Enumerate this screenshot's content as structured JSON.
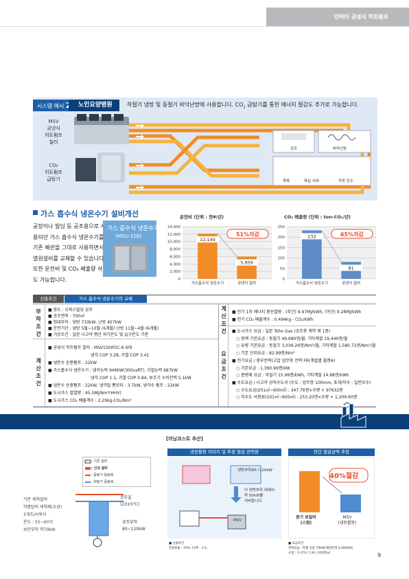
{
  "header": {
    "title": "인버터 공냉식 히트펌프"
  },
  "system": {
    "tag_prefix": "시스템 예시",
    "tag_number": "2",
    "title": "노인요양병원",
    "desc_a": "하절기 냉방 및 동절기 바닥난방에 사용합니다. CO",
    "desc_sub": "2",
    "desc_b": " 급탕기를 통한 에너지 절감도 추가로 가능합니다.",
    "unit1": [
      "MSV",
      "공냉식",
      "히트펌프",
      "칠러"
    ],
    "unit2": [
      "CO₂",
      "히트펌프",
      "급탕기"
    ],
    "rooms": {
      "ac": "공조",
      "floor": "바닥난방",
      "bath": "목욕",
      "shower": "욕실 샤워",
      "kitchen": "주방 온수"
    }
  },
  "section1": {
    "title": "가스 흡수식 냉온수기 설비개선",
    "body": "공장이나 빌딩 등 공조용으로 사용되던 가스 흡수식 냉온수기를 기존 배관을 그대로 사용하면서 열원설비를 교체할 수 있습니다. 또한 운전비 및 CO₂ 배출량 삭감도 가능합니다.",
    "product_title": "가스 흡수식 냉온수기",
    "product_model": "(MGU-31B)"
  },
  "chart_data": [
    {
      "type": "bar",
      "title": "운전비 (단위 : 천¥/년)",
      "categories": [
        "가스흡수식 냉온수기",
        "공냉식 칠러"
      ],
      "values": [
        12140,
        5959
      ],
      "data_labels": [
        "12,140",
        "5,959"
      ],
      "ylim": [
        0,
        14000
      ],
      "yticks": [
        "14,000",
        "12,000",
        "10,000",
        "8,000",
        "6,000",
        "4,000",
        "2,000",
        "0"
      ],
      "annotation": "51%저감",
      "colors": [
        "#f28c28",
        "#f28c28"
      ]
    },
    {
      "type": "bar",
      "title": "CO₂ 배출량 (단위 : ton-CO₂/년)",
      "categories": [
        "가스흡수식 냉온수기",
        "공냉식 칠러"
      ],
      "values": [
        232,
        81
      ],
      "data_labels": [
        "232",
        "81"
      ],
      "ylim": [
        0,
        250
      ],
      "yticks": [
        "250",
        "200",
        "150",
        "100",
        "50",
        "0"
      ],
      "annotation": "65%저감",
      "colors": [
        "#5d8cc7",
        "#5d8cc7"
      ]
    }
  ],
  "table": {
    "condition_label": "산출조건",
    "condition_title": "가스 흡수식 냉온수기의 교체",
    "left_group1": "부하조건",
    "left_group2": "계산조건",
    "mid_group1": "계산조건",
    "mid_group2": "요금조건",
    "load": [
      "용도 : 오피스빌딩 공조",
      "공조면적 : 700㎡",
      "최대부하 : 냉방 733kW, 난방 407kW",
      "운전기간 : 냉방 5월~10월 (6개월) 난방 11월~4월 (6개월)",
      "기상조건 : 일본 나고야 평년 외기온도 및 습구온도 기준"
    ],
    "calc": [
      "공냉식 히트펌프 칠러 : MSV150IP2C-K 6대",
      "냉각 COP 3.28, 가열 COP 3.41",
      "냉온수 순환펌프 : 22kW",
      "가스흡수식 냉온수기 : 냉각능력 949kW(300usRT), 가열능력 687kW",
      "냉각 COP 1.1, 가열 COP 0.84, 보조기 소비전력 5.1kW",
      "냉온수 순환펌프 : 22kW, 냉각탑 팬모터 : 3.7kW, 냉각수 펌프 : 22kW",
      "도시가스 발열량 : 45.0MJ/Nm³(HHV)",
      "도시가스 CO₂ 배출계수 : 2.29kg-CO₂/Nm³"
    ],
    "calc_cond": [
      "전기 1차 에너지 환산열량 : (주간) 9.97MJ/kWh, (야간) 9.28MJ/kWh",
      "전기 CO₂ 배출계수 : 0.494kg - CO₂/kWh"
    ],
    "fee": [
      "도시가스 요금 : 일본 Toho Gas (공조용 계약 제 1종)",
      "○ 정액 기본요금 : 동절기 49,680엔/월, 기타계절 19,440엔/월",
      "○ 유량 기본요금 : 동절기 3,036.26엔/Nm³/월, 기타계절 1,580.72엔/Nm³/월",
      "○ 기본 단위요금 : 82.99엔/Nm³",
      "전기요금 / 중부전력(고압 업무용 전력 FR(계절별 플랜A)",
      "○ 기본요금 : 1,390.99엔/kW",
      "○ 종량제 요금 : 하절기 15.96엔/kWh, 기타계절 14.98엔/kWh",
      "수도요금 / 나고야 상하수도국 (수도 : 업무용 100mm, 초개/하수 : 일반오수)",
      "○ 수도요금(201㎥~600㎥) : 347.76엔×수량 + 97632엔",
      "○ 하수도 사용료(201㎥~600㎥) : 253.20엔×수량 + 1,209.60엔"
    ]
  },
  "bottom": {
    "left_lines": [
      "기존 세척설비",
      "약품탑의 세척제(수성)",
      "3개조/사워식",
      "온도 : 55~60℃",
      "보온부하 약70kW"
    ],
    "legend": [
      ": 기존 설비",
      ": 신규 설비",
      ": 등탕기 등탕로",
      ": 위탕기 등탕로"
    ],
    "tank_a": [
      "공조실",
      "(23±5℃)"
    ],
    "tank_b": [
      "공조부하",
      "80~120kW"
    ],
    "running_title": "[러닝코스트 추산]",
    "image_title": "냉동활용 이미지 및 추정 절감 전력량",
    "saving_title": "연간 절감금액 추정",
    "cooling_label": "냉방부하80~120kW",
    "note": [
      "이 냉방부하 내에서",
      "약 50kW를",
      "커버합니다."
    ],
    "msv_label": "MSV",
    "pct": "40%절감",
    "bar1": [
      "증기 보일러",
      "(스팀)"
    ],
    "bar2": [
      "MSV",
      "(냉동활용)"
    ],
    "foot_left": [
      "■ 산출조건",
      "전방효율 : 70%, COP : 3.0,"
    ],
    "foot_right": [
      "■ 요금조건",
      "전력요금 : 특별 고압 70kW(계약전력 6,000kW)",
      "소형 : 도시가스 13A, 100엔/㎥"
    ],
    "page_number": "9"
  }
}
